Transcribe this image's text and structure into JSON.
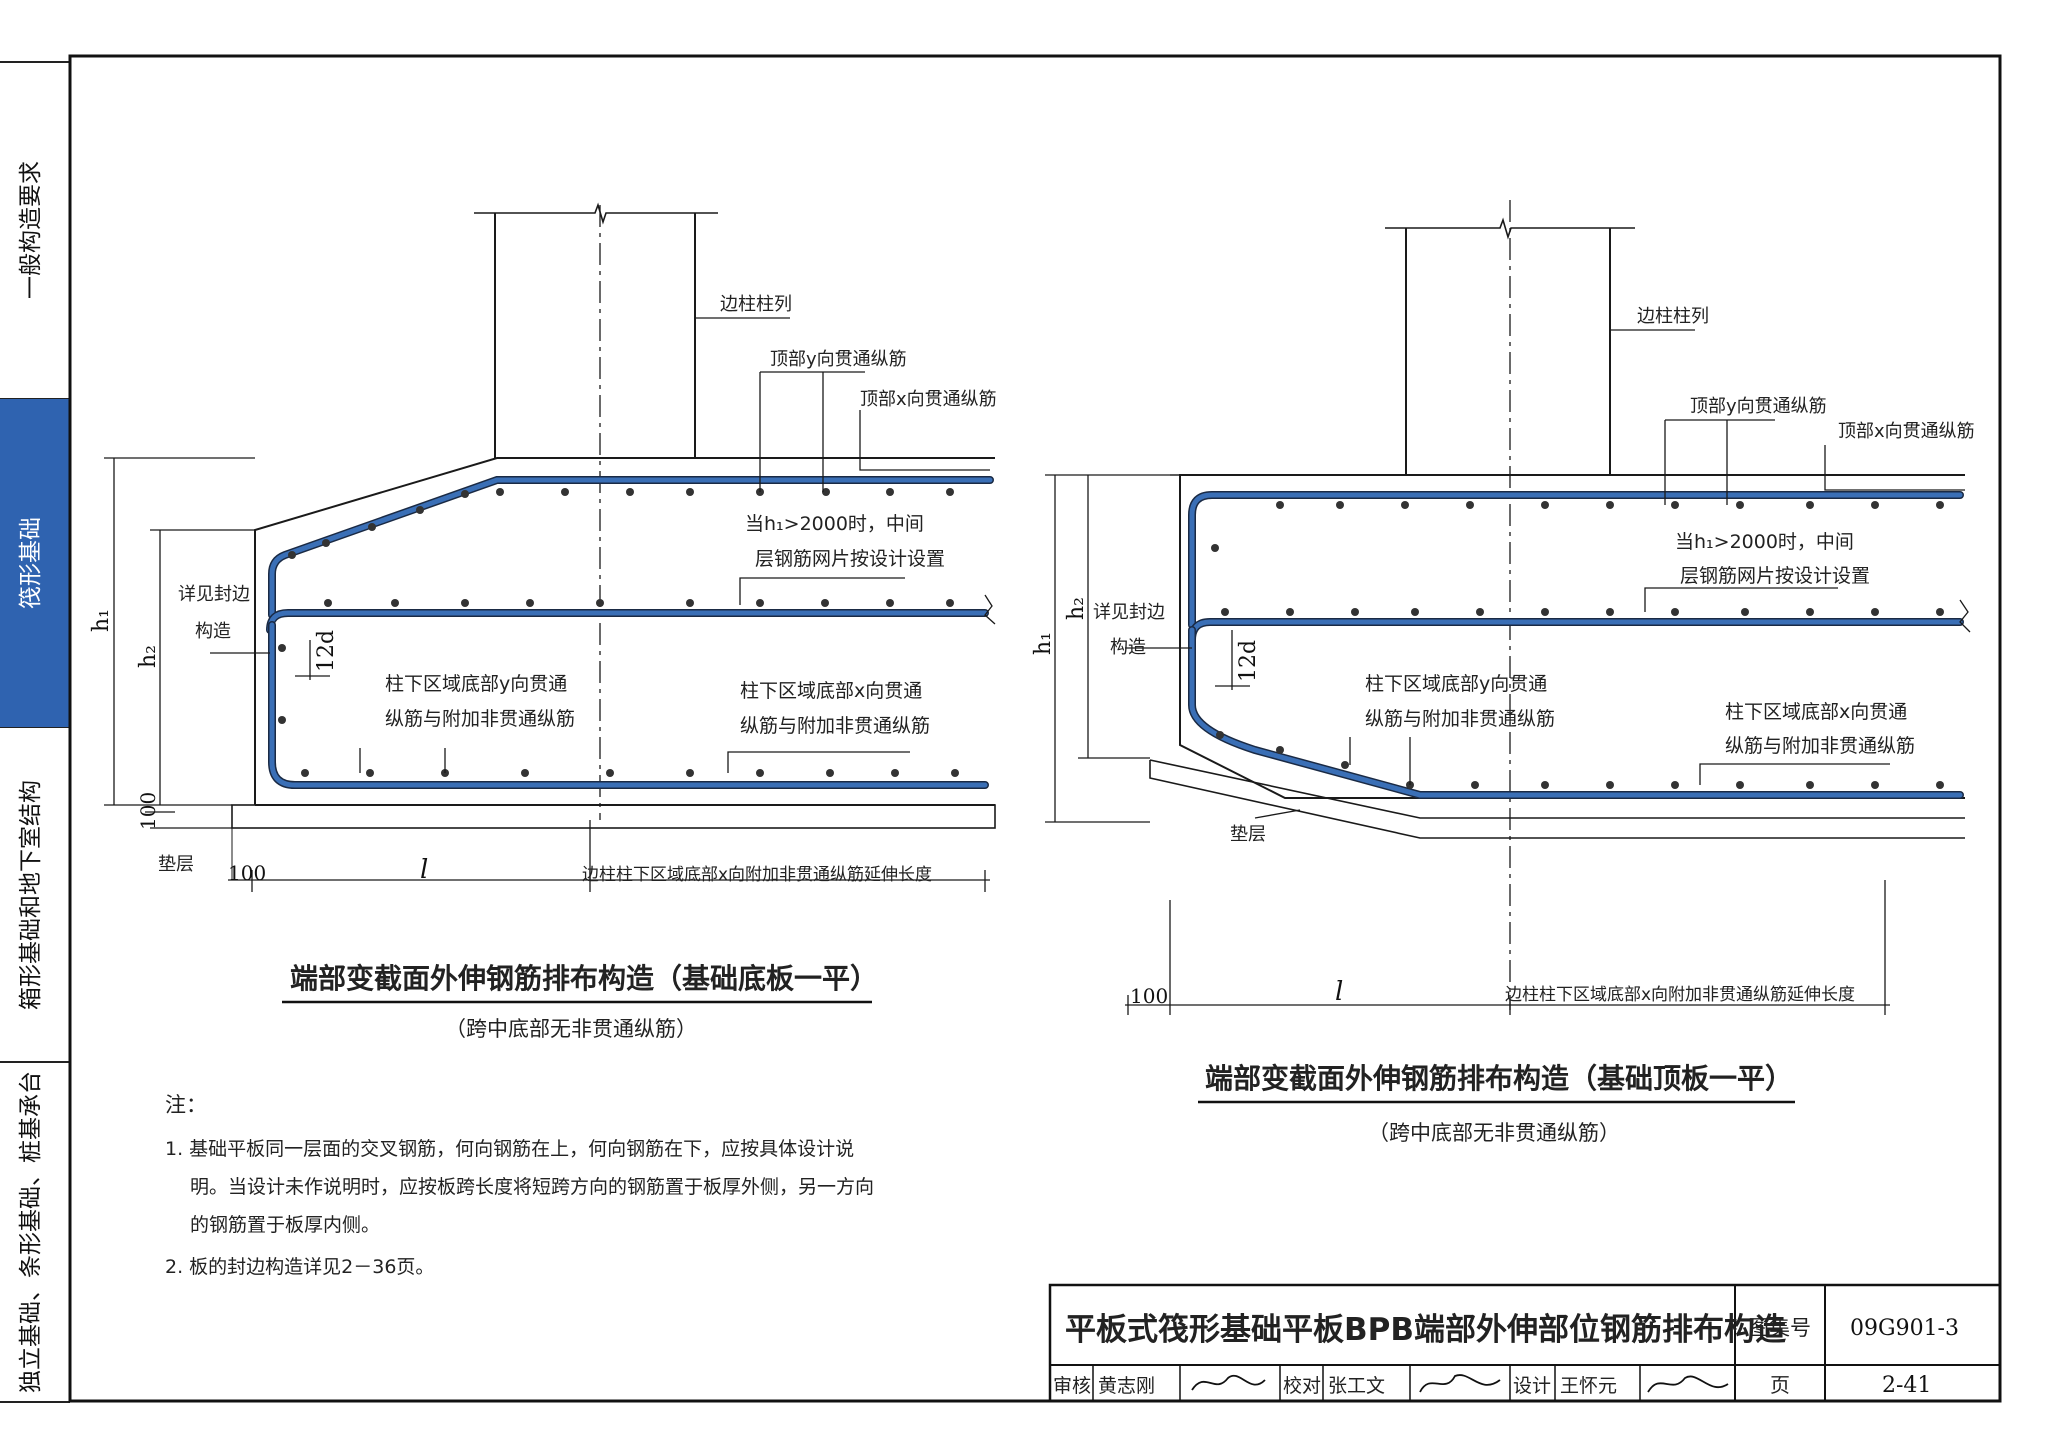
{
  "side_tabs": [
    {
      "label": "一般构造要求",
      "active": false
    },
    {
      "label": "筏形基础",
      "active": true
    },
    {
      "label": "箱形基础和地下室结构",
      "active": false
    },
    {
      "label": "独立基础、条形基础、桩基承台",
      "active": false
    }
  ],
  "colors": {
    "rebar": "#3a6fb6",
    "rebar_edge": "#1a2a44",
    "active_tab": "#2f63b0",
    "line": "#1a1a1a"
  },
  "left_detail": {
    "col_label": "边柱柱列",
    "top_y": "顶部y向贯通纵筋",
    "top_x": "顶部x向贯通纵筋",
    "mid_note_1": "当h₁>2000时，中间",
    "mid_note_2": "层钢筋网片按设计设置",
    "seal_1": "详见封边",
    "seal_2": "构造",
    "bot_y_1": "柱下区域底部y向贯通",
    "bot_y_2": "纵筋与附加非贯通纵筋",
    "bot_x_1": "柱下区域底部x向贯通",
    "bot_x_2": "纵筋与附加非贯通纵筋",
    "h1": "h₁",
    "h2": "h₂",
    "d12": "12d",
    "dim100_v": "100",
    "dim100_h": "100",
    "l": "l",
    "cushion": "垫层",
    "ext": "边柱柱下区域底部x向附加非贯通纵筋延伸长度",
    "title": "端部变截面外伸钢筋排布构造（基础底板一平）",
    "subtitle": "（跨中底部无非贯通纵筋）"
  },
  "right_detail": {
    "col_label": "边柱柱列",
    "top_y": "顶部y向贯通纵筋",
    "top_x": "顶部x向贯通纵筋",
    "mid_note_1": "当h₁>2000时，中间",
    "mid_note_2": "层钢筋网片按设计设置",
    "seal_1": "详见封边",
    "seal_2": "构造",
    "bot_y_1": "柱下区域底部y向贯通",
    "bot_y_2": "纵筋与附加非贯通纵筋",
    "bot_x_1": "柱下区域底部x向贯通",
    "bot_x_2": "纵筋与附加非贯通纵筋",
    "h1": "h₁",
    "h2": "h₂",
    "d12": "12d",
    "dim100_h": "100",
    "l": "l",
    "cushion": "垫层",
    "ext": "边柱柱下区域底部x向附加非贯通纵筋延伸长度",
    "title": "端部变截面外伸钢筋排布构造（基础顶板一平）",
    "subtitle": "（跨中底部无非贯通纵筋）"
  },
  "notes": {
    "heading": "注：",
    "l1": "1. 基础平板同一层面的交叉钢筋，何向钢筋在上，何向钢筋在下，应按具体设计说",
    "l2": "明。当设计未作说明时，应按板跨长度将短跨方向的钢筋置于板厚外侧，另一方向",
    "l3": "的钢筋置于板厚内侧。",
    "l4": "2. 板的封边构造详见2－36页。"
  },
  "title_block": {
    "title": "平板式筏形基础平板BPB端部外伸部位钢筋排布构造",
    "atlas_label": "图集号",
    "atlas_no": "09G901-3",
    "review_label": "审核",
    "review_name": "黄志刚",
    "check_label": "校对",
    "check_name": "张工文",
    "design_label": "设计",
    "design_name": "王怀元",
    "page_label": "页",
    "page_no": "2-41"
  }
}
